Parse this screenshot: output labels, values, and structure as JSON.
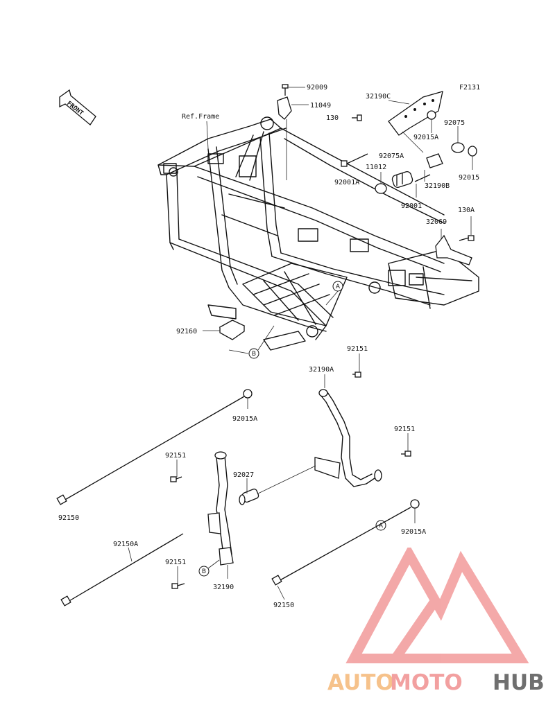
{
  "diagram": {
    "code": "F2131",
    "direction_label": "FRONT",
    "frame_label": "Ref.Frame",
    "parts": [
      "92009",
      "11049",
      "130",
      "32190C",
      "92075",
      "92015A",
      "92075A",
      "92001A",
      "11012",
      "32190B",
      "92015",
      "92001",
      "130A",
      "32069",
      "92160",
      "92151",
      "32190A",
      "92015A",
      "92151",
      "92027",
      "92151",
      "92150",
      "92150A",
      "92151",
      "32190",
      "92015A",
      "92150"
    ],
    "markers": [
      "A",
      "B",
      "B",
      "A"
    ]
  },
  "watermark": {
    "part1": "AUTO",
    "part2": "MOTO",
    "part3": "HUB",
    "colors": {
      "auto": "#f6c28b",
      "moto": "#f2a0a0",
      "hub": "#6f6f6f",
      "logo": "#f29a9a"
    }
  }
}
